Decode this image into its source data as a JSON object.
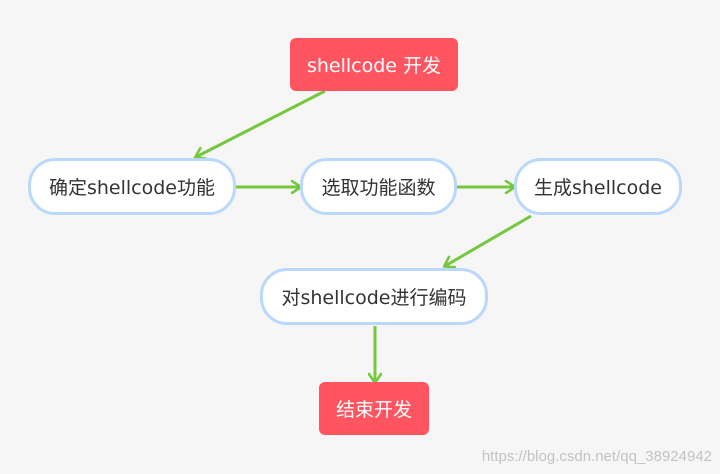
{
  "colors": {
    "terminal_fill": "#fe5561",
    "node_border": "#b9d8fb",
    "edge": "#75c73d",
    "background": "#f6f6f6"
  },
  "diagram": {
    "nodes": {
      "start": {
        "label": "shellcode 开发"
      },
      "define_function": {
        "label": "确定shellcode功能"
      },
      "select_functions": {
        "label": "选取功能函数"
      },
      "generate_shellcode": {
        "label": "生成shellcode"
      },
      "encode_shellcode": {
        "label": "对shellcode进行编码"
      },
      "end": {
        "label": "结束开发"
      }
    },
    "edges": [
      {
        "from": "start",
        "to": "define_function"
      },
      {
        "from": "define_function",
        "to": "select_functions"
      },
      {
        "from": "select_functions",
        "to": "generate_shellcode"
      },
      {
        "from": "generate_shellcode",
        "to": "encode_shellcode"
      },
      {
        "from": "encode_shellcode",
        "to": "end"
      }
    ]
  },
  "watermark": "https://blog.csdn.net/qq_38924942"
}
